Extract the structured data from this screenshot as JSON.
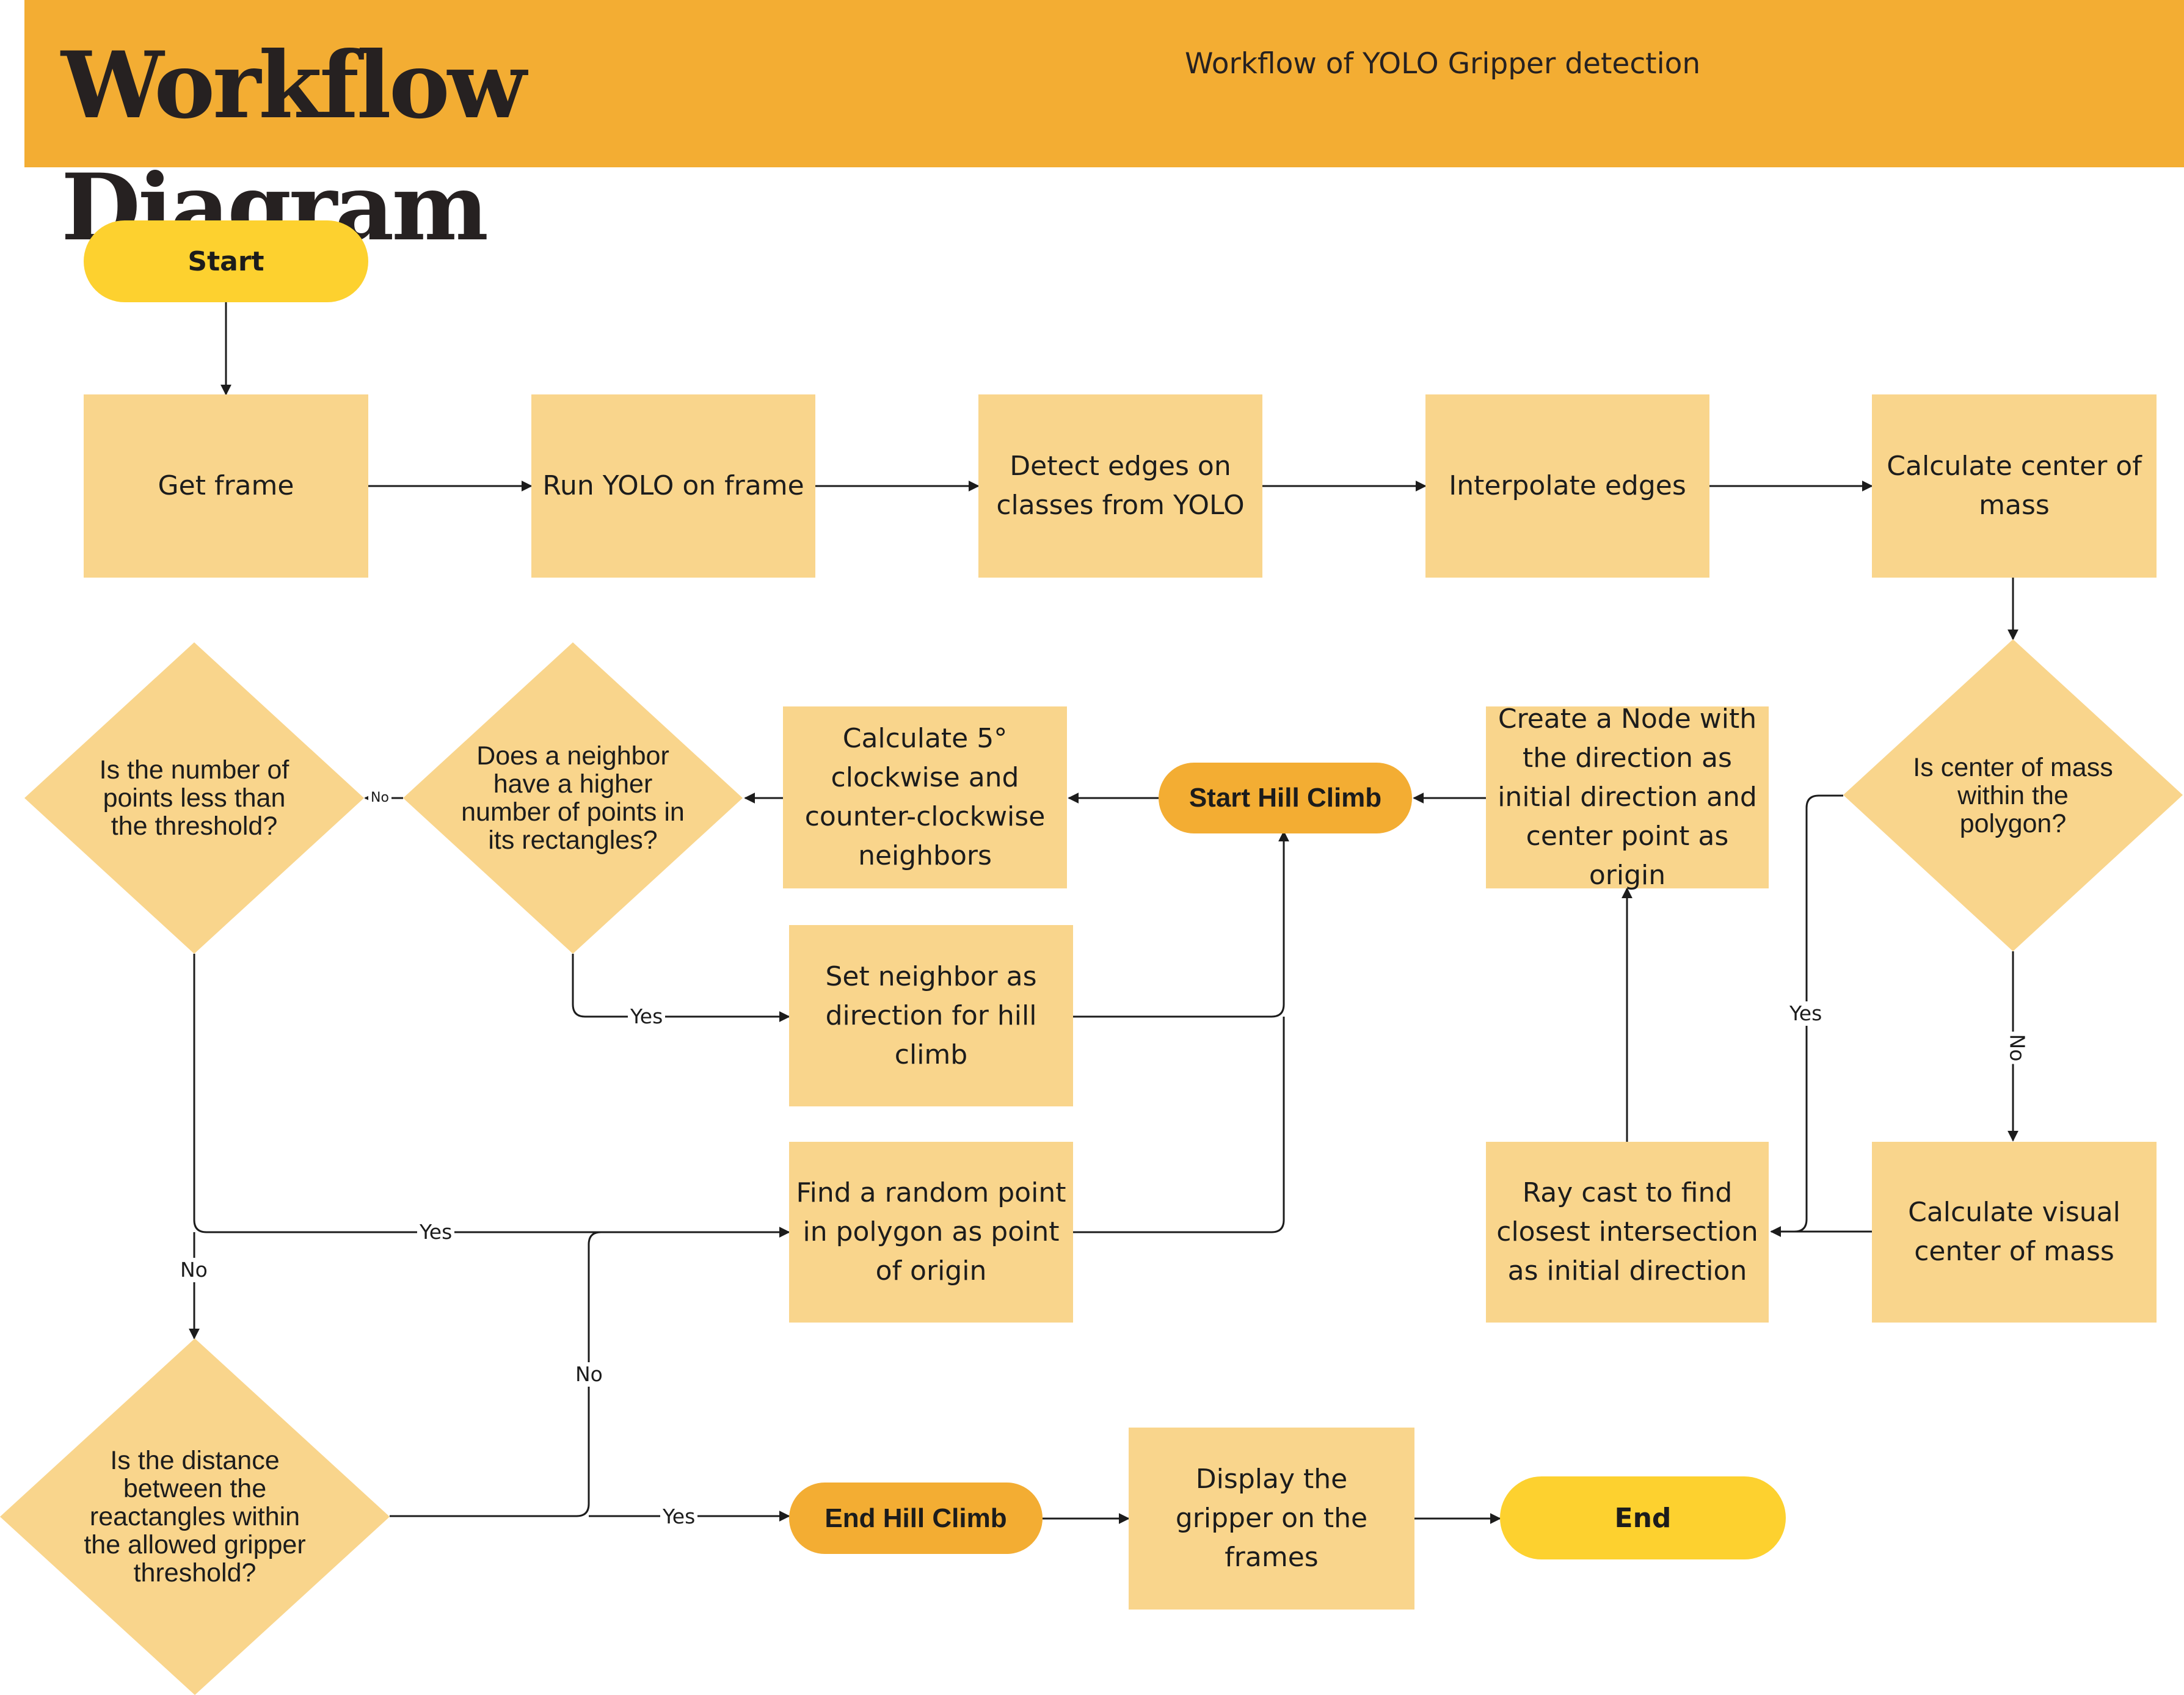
{
  "header": {
    "title": "Workflow Diagram",
    "subtitle": "Workflow of YOLO Gripper detection"
  },
  "colors": {
    "header_band": "#f3ad33",
    "process_box": "#f9d58c",
    "decision": "#f9d58c",
    "terminal": "#fdd12f",
    "hill_climb": "#f3ad33",
    "connector": "#1c1c1c"
  },
  "nodes": {
    "start": "Start",
    "get_frame": "Get frame",
    "run_yolo": "Run YOLO on frame",
    "detect_edges": "Detect edges on classes from YOLO",
    "interpolate_edges": "Interpolate edges",
    "calc_center_mass": "Calculate center of mass",
    "is_center_within": "Is center of mass within the polygon?",
    "calc_visual_center": "Calculate visual center of mass",
    "ray_cast": "Ray cast to find closest intersection as initial direction",
    "create_node": "Create a Node with the direction as initial direction and center point as origin",
    "start_hill_climb": "Start Hill Climb",
    "calc_neighbors": "Calculate 5° clockwise and counter-clockwise neighbors",
    "does_neighbor_higher": "Does a neighbor have a higher number of points in its rectangles?",
    "is_points_less": "Is the number of points less than the threshold?",
    "set_neighbor": "Set neighbor as direction for hill climb",
    "find_random_point": "Find a random point in polygon as point of origin",
    "is_distance_within": "Is the distance between the reactangles within the allowed gripper threshold?",
    "end_hill_climb": "End Hill Climb",
    "display_gripper": "Display the gripper on the frames",
    "end": "End"
  },
  "edge_labels": {
    "center_yes": "Yes",
    "center_no": "No",
    "neighbor_no": "No",
    "neighbor_yes": "Yes",
    "points_yes": "Yes",
    "points_no": "No",
    "distance_no": "No",
    "distance_yes": "Yes"
  }
}
